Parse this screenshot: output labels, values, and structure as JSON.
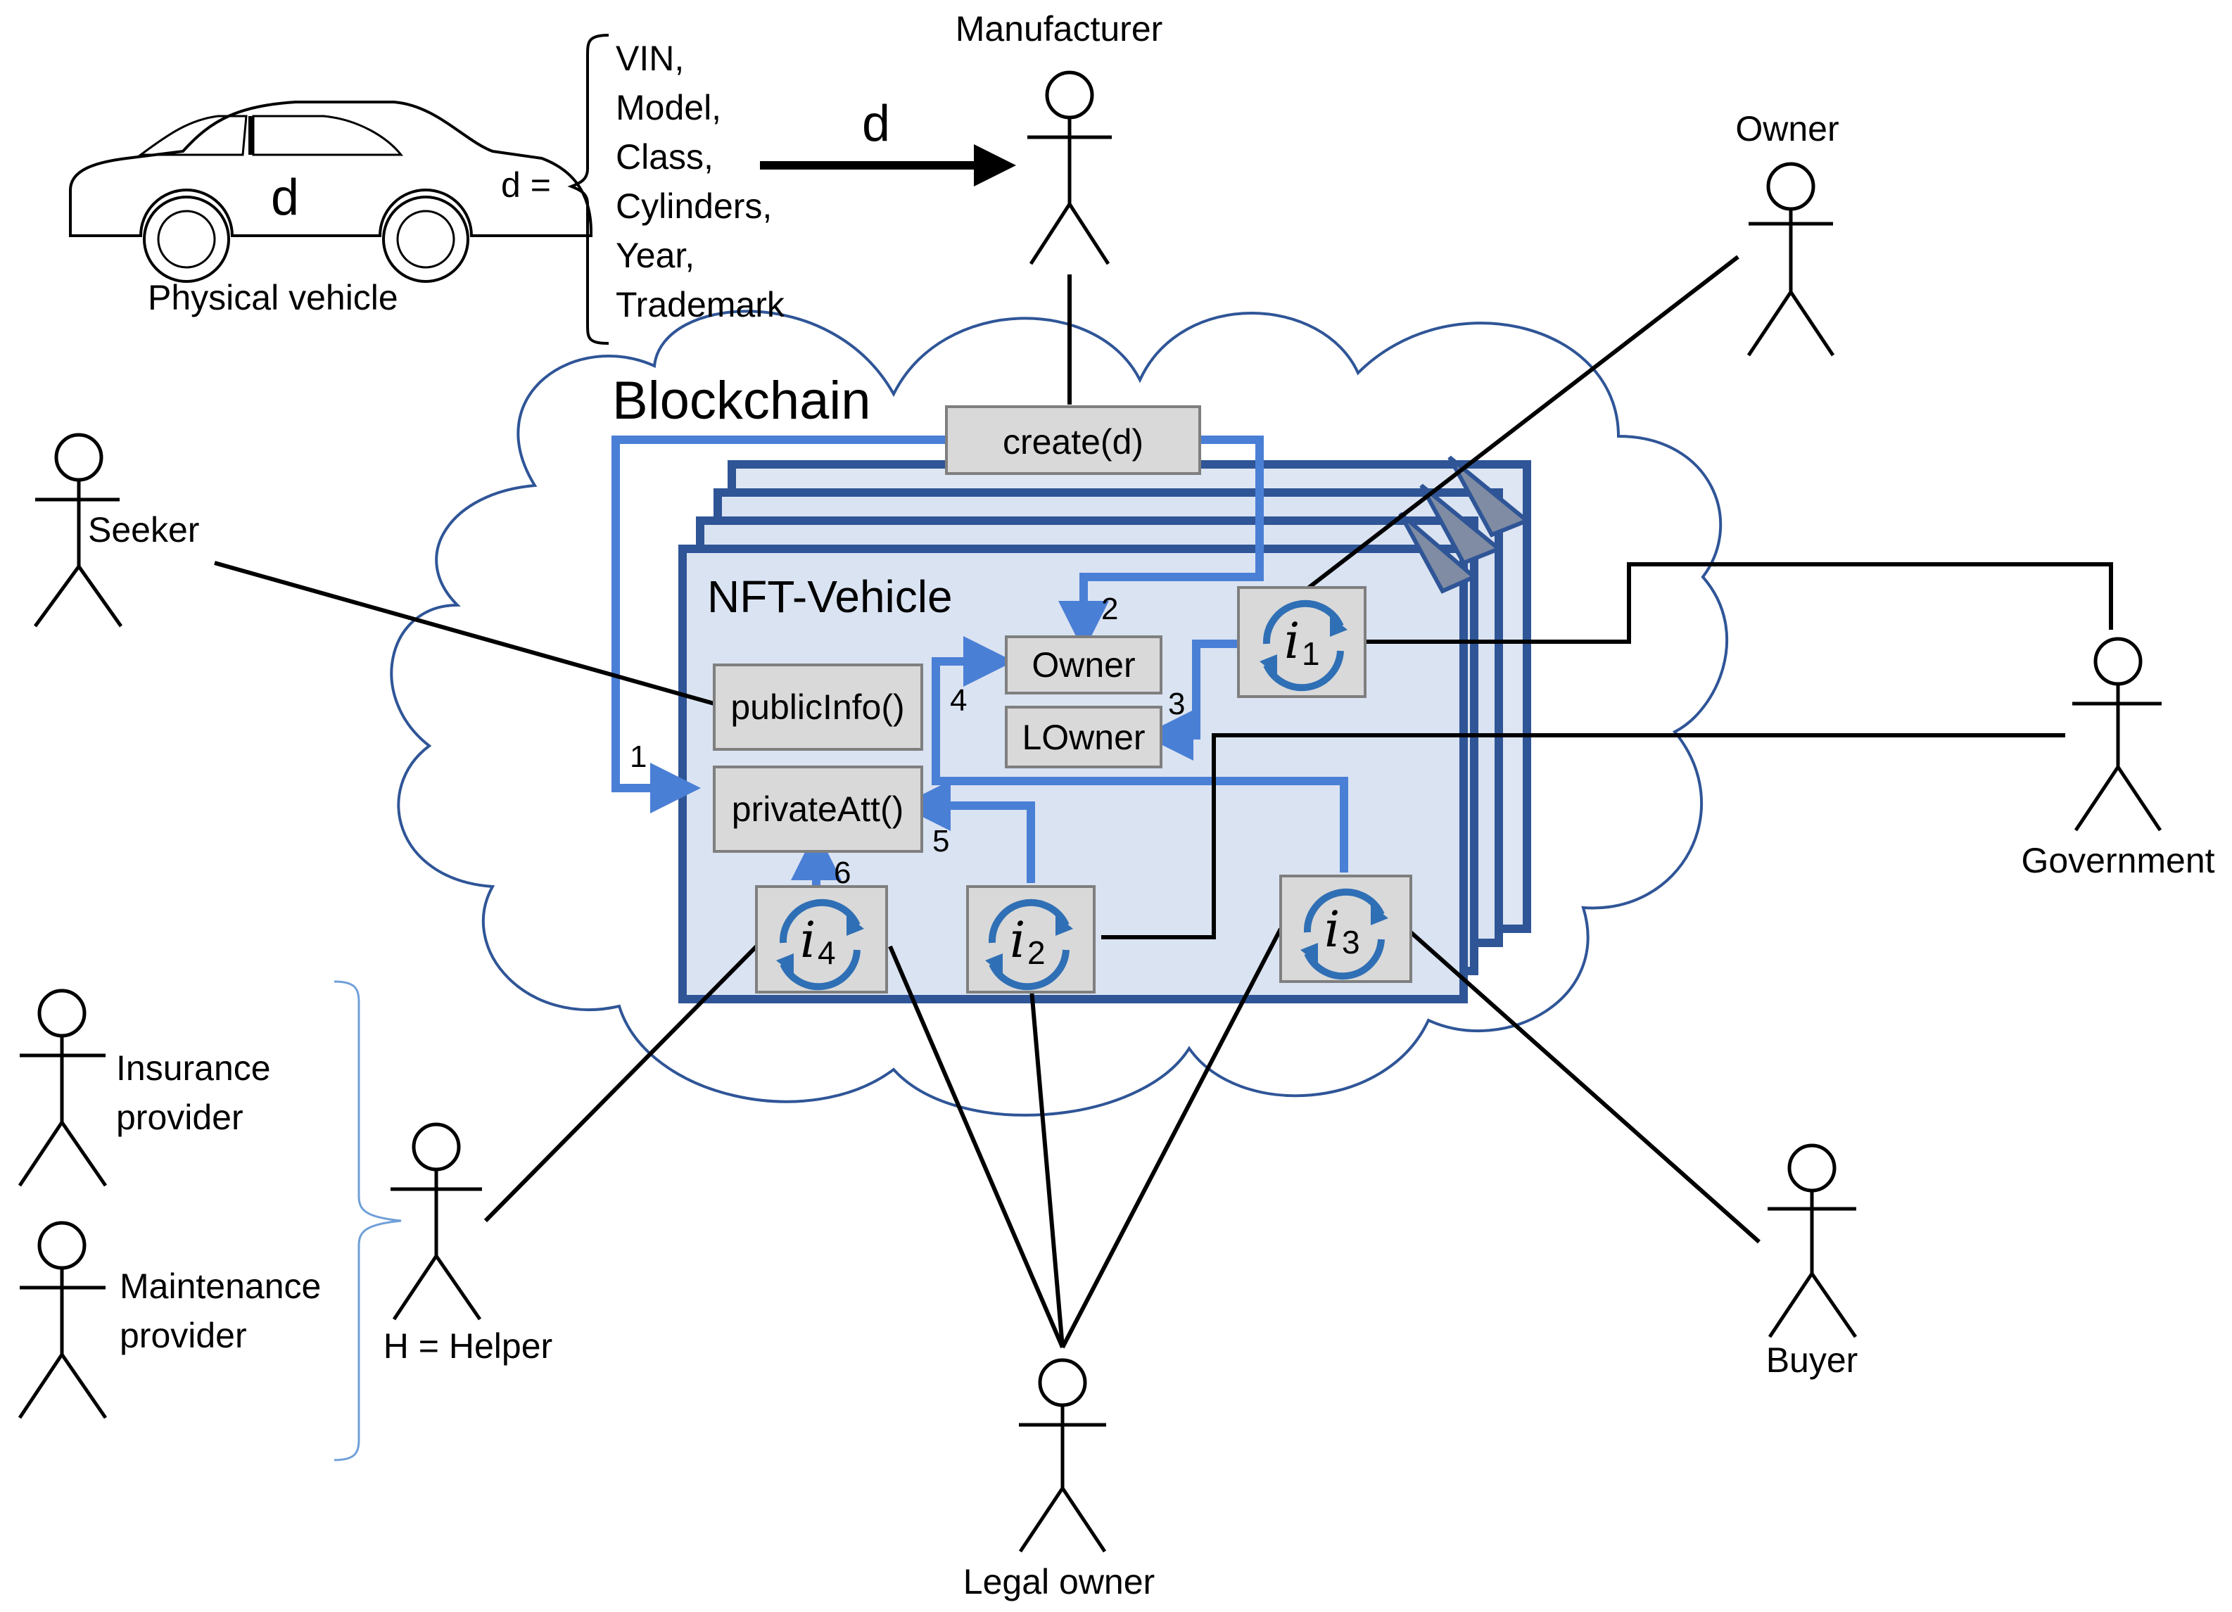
{
  "vehicle": {
    "label": "Physical vehicle",
    "d_symbol": "d"
  },
  "data_definition": {
    "prefix": "d =",
    "fields": [
      "VIN,",
      "Model,",
      "Class,",
      "Cylinders,",
      "Year,",
      "Trademark"
    ],
    "arrow_label": "d"
  },
  "blockchain": {
    "title": "Blockchain"
  },
  "nft": {
    "title": "NFT-Vehicle",
    "create": "create(d)",
    "owner": "Owner",
    "lowner": "LOwner",
    "public_info": "publicInfo()",
    "private_att": "privateAtt()",
    "steps": [
      "1",
      "2",
      "3",
      "4",
      "5",
      "6"
    ],
    "interfaces": [
      {
        "letter": "i",
        "sub": "1"
      },
      {
        "letter": "i",
        "sub": "2"
      },
      {
        "letter": "i",
        "sub": "3"
      },
      {
        "letter": "i",
        "sub": "4"
      }
    ]
  },
  "actors": {
    "manufacturer": "Manufacturer",
    "owner": "Owner",
    "seeker": "Seeker",
    "government": "Government",
    "insurance_line1": "Insurance",
    "insurance_line2": "provider",
    "maintenance_line1": "Maintenance",
    "maintenance_line2": "provider",
    "helper": "H = Helper",
    "legal_owner": "Legal owner",
    "buyer": "Buyer"
  },
  "colors": {
    "card_fill": "#dae3f2",
    "card_stroke": "#2f5597",
    "arrow_blue": "#4a7fd6",
    "box_gray": "#d9d9d9"
  }
}
